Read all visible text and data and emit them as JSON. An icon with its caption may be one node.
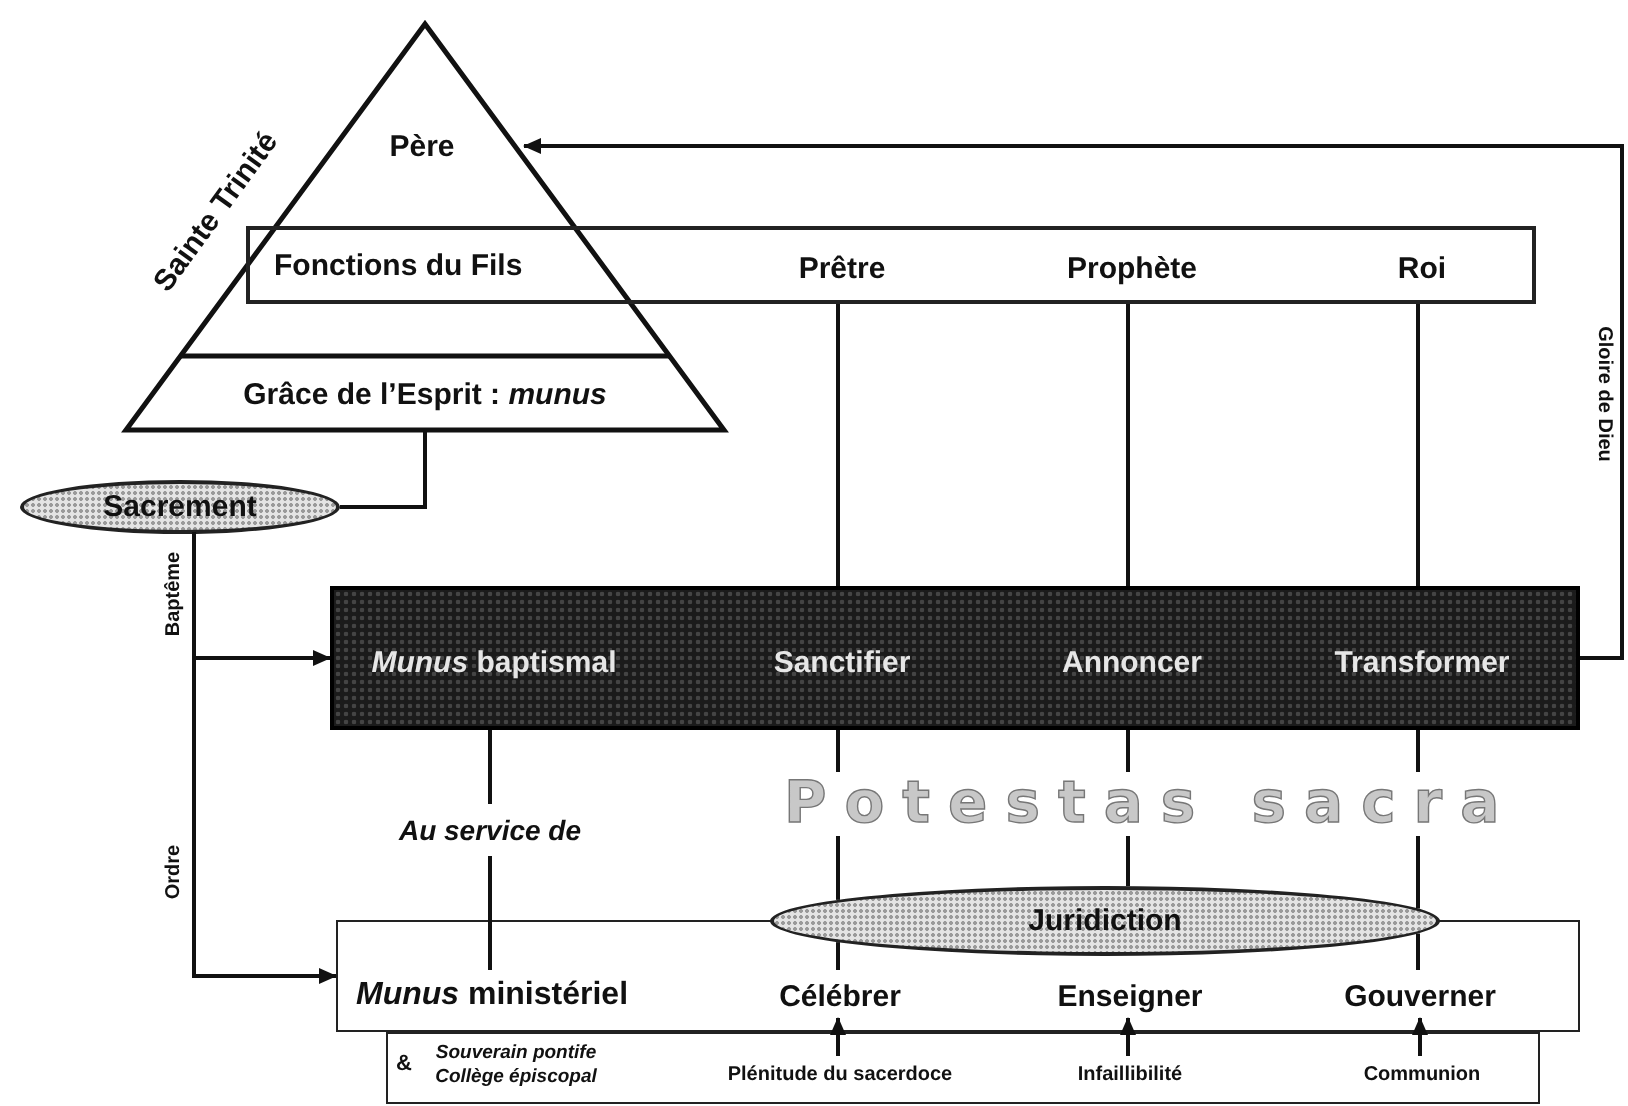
{
  "diagram": {
    "nodes": [
      {
        "text": [
          "Sainte Trinité"
        ]
      },
      {
        "text": [
          "Père"
        ],
        "in": 0
      },
      {
        "text": [
          "Fonctions du Fils"
        ]
      },
      {
        "text": [
          "Prêtre"
        ],
        "in": 2
      },
      {
        "text": [
          "Prophète"
        ],
        "in": 2
      },
      {
        "text": [
          "Roi"
        ],
        "in": 2
      },
      {
        "text": [
          "Grâce de l’Esprit : *munus*"
        ],
        "in": 0
      },
      {
        "text": [
          "Sacrement"
        ]
      },
      {
        "text": [],
        "shape": "box"
      },
      {
        "text": [
          "*Munus* baptismal"
        ],
        "in": 8
      },
      {
        "text": [
          "Sanctifier"
        ],
        "in": 8
      },
      {
        "text": [
          "Annoncer"
        ],
        "in": 8
      },
      {
        "text": [
          "Transformer"
        ],
        "in": 8
      },
      {
        "text": [
          "Juridiction"
        ]
      },
      {
        "text": [],
        "shape": "box"
      },
      {
        "text": [
          "*Munus* ministériel"
        ],
        "in": 14
      },
      {
        "text": [
          "Célébrer"
        ],
        "in": 14
      },
      {
        "text": [
          "Enseigner"
        ],
        "in": 14
      },
      {
        "text": [
          "Gouverner"
        ],
        "in": 14
      },
      {
        "text": [
          "&",
          "Souverain pontife Collège épiscopal"
        ]
      },
      {
        "text": [
          "Plénitude du sacerdoce"
        ],
        "in": 19
      },
      {
        "text": [
          "Infaillibilité"
        ],
        "in": 19
      },
      {
        "text": [
          "Communion"
        ],
        "in": 19
      }
    ],
    "edges": [
      {
        "from": 8,
        "to": 1,
        "arrow": "to",
        "label": "Gloire de Dieu"
      },
      {
        "from": 6,
        "to": 7,
        "arrow": "none"
      },
      {
        "from": 7,
        "to": 8,
        "arrow": "to",
        "label": "Baptême"
      },
      {
        "from": 7,
        "to": 14,
        "arrow": "to",
        "label": "Ordre"
      },
      {
        "from": 3,
        "to": 10,
        "arrow": "none"
      },
      {
        "from": 10,
        "to": 13,
        "arrow": "none"
      },
      {
        "from": 13,
        "to": 16,
        "arrow": "none"
      },
      {
        "from": 4,
        "to": 11,
        "arrow": "none"
      },
      {
        "from": 11,
        "to": 13,
        "arrow": "none"
      },
      {
        "from": 5,
        "to": 12,
        "arrow": "none"
      },
      {
        "from": 12,
        "to": 13,
        "arrow": "none"
      },
      {
        "from": 13,
        "to": 18,
        "arrow": "none"
      },
      {
        "from": 9,
        "to": 15,
        "arrow": "none",
        "label": "Au service de"
      },
      {
        "from": 20,
        "to": 16,
        "arrow": "to"
      },
      {
        "from": 21,
        "to": 17,
        "arrow": "to"
      },
      {
        "from": 22,
        "to": 18,
        "arrow": "to"
      }
    ],
    "labels": [
      "Potestas sacra"
    ]
  }
}
